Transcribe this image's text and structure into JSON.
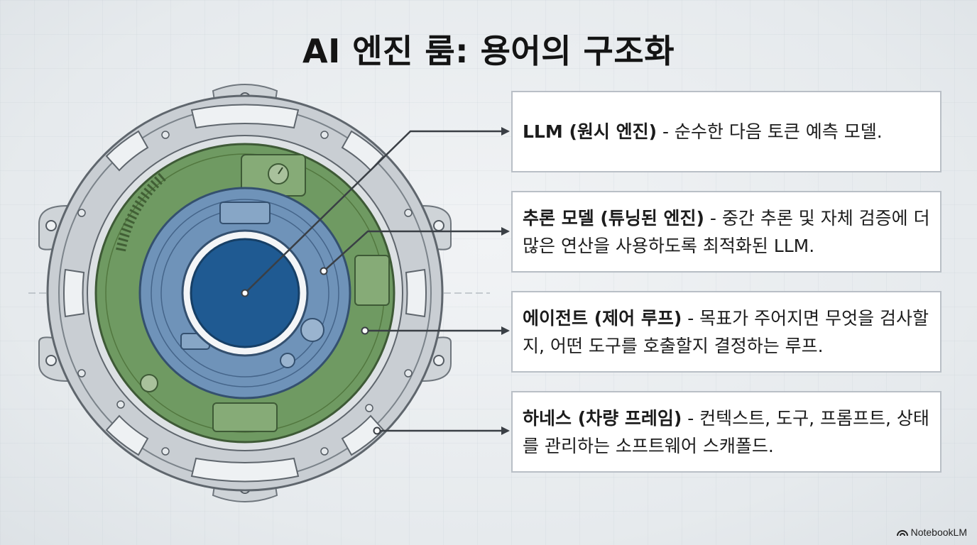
{
  "title": "AI 엔진 룸: 용어의 구조화",
  "items": [
    {
      "term": "LLM (원시 엔진)",
      "desc": " - 순수한 다음 토큰 예측 모델."
    },
    {
      "term": "추론 모델 (튜닝된 엔진)",
      "desc": " - 중간 추론 및 자체 검증에 더 많은 연산을 사용하도록 최적화된 LLM."
    },
    {
      "term": "에이전트 (제어 루프)",
      "desc": " - 목표가 주어지면 무엇을 검사할지, 어떤 도구를 호출할지 결정하는 루프."
    },
    {
      "term": "하네스 (차량 프레임)",
      "desc": " - 컨텍스트, 도구, 프롬프트, 상태를 관리하는 소프트웨어 스캐폴드."
    }
  ],
  "colors": {
    "core": "#1f5a92",
    "reasoning_ring": "#6f93b9",
    "agent_ring": "#6f9a62",
    "harness_ring": "#c5cbd0",
    "connector": "#3a3f45"
  },
  "brand": {
    "icon": "notebooklm-logo-icon",
    "label": "NotebookLM"
  }
}
